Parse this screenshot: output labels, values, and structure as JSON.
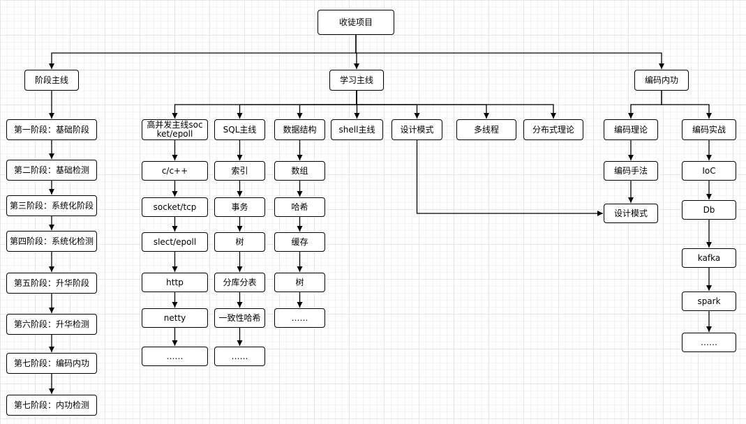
{
  "diagram": {
    "nodes": [
      {
        "id": "root",
        "label": "收徒项目"
      },
      {
        "id": "stage",
        "label": "阶段主线"
      },
      {
        "id": "learn",
        "label": "学习主线"
      },
      {
        "id": "coding",
        "label": "编码内功"
      },
      {
        "id": "s1",
        "label": "第一阶段：基础阶段"
      },
      {
        "id": "s2",
        "label": "第二阶段：基础检测"
      },
      {
        "id": "s3",
        "label": "第三阶段：系统化阶段"
      },
      {
        "id": "s4",
        "label": "第四阶段：系统化检测"
      },
      {
        "id": "s5",
        "label": "第五阶段：升华阶段"
      },
      {
        "id": "s6",
        "label": "第六阶段：升华检测"
      },
      {
        "id": "s7",
        "label": "第七阶段：编码内功"
      },
      {
        "id": "s8",
        "label": "第七阶段：内功检测"
      },
      {
        "id": "hc",
        "label": "高并发主线socket/epoll"
      },
      {
        "id": "sql",
        "label": "SQL主线"
      },
      {
        "id": "ds",
        "label": "数据结构"
      },
      {
        "id": "shell",
        "label": "shell主线"
      },
      {
        "id": "dp",
        "label": "设计模式"
      },
      {
        "id": "mt",
        "label": "多线程"
      },
      {
        "id": "dist",
        "label": "分布式理论"
      },
      {
        "id": "ct",
        "label": "编码理论"
      },
      {
        "id": "cp",
        "label": "编码实战"
      },
      {
        "id": "hc1",
        "label": "c/c++"
      },
      {
        "id": "hc2",
        "label": "socket/tcp"
      },
      {
        "id": "hc3",
        "label": "slect/epoll"
      },
      {
        "id": "hc4",
        "label": "http"
      },
      {
        "id": "hc5",
        "label": "netty"
      },
      {
        "id": "hc6",
        "label": "……"
      },
      {
        "id": "sql1",
        "label": "索引"
      },
      {
        "id": "sql2",
        "label": "事务"
      },
      {
        "id": "sql3",
        "label": "树"
      },
      {
        "id": "sql4",
        "label": "分库分表"
      },
      {
        "id": "sql5",
        "label": "一致性哈希"
      },
      {
        "id": "sql6",
        "label": "……"
      },
      {
        "id": "ds1",
        "label": "数组"
      },
      {
        "id": "ds2",
        "label": "哈希"
      },
      {
        "id": "ds3",
        "label": "缓存"
      },
      {
        "id": "ds4",
        "label": "树"
      },
      {
        "id": "ds5",
        "label": "……"
      },
      {
        "id": "ct1",
        "label": "编码手法"
      },
      {
        "id": "ct2",
        "label": "设计模式"
      },
      {
        "id": "cp1",
        "label": "IoC"
      },
      {
        "id": "cp2",
        "label": "Db"
      },
      {
        "id": "cp3",
        "label": "kafka"
      },
      {
        "id": "cp4",
        "label": "spark"
      },
      {
        "id": "cp5",
        "label": "……"
      }
    ],
    "edges": [
      {
        "from": "root",
        "to": "stage"
      },
      {
        "from": "root",
        "to": "learn"
      },
      {
        "from": "root",
        "to": "coding"
      },
      {
        "from": "stage",
        "to": "s1"
      },
      {
        "from": "s1",
        "to": "s2"
      },
      {
        "from": "s2",
        "to": "s3"
      },
      {
        "from": "s3",
        "to": "s4"
      },
      {
        "from": "s4",
        "to": "s5"
      },
      {
        "from": "s5",
        "to": "s6"
      },
      {
        "from": "s6",
        "to": "s7"
      },
      {
        "from": "s7",
        "to": "s8"
      },
      {
        "from": "learn",
        "to": "hc"
      },
      {
        "from": "learn",
        "to": "sql"
      },
      {
        "from": "learn",
        "to": "ds"
      },
      {
        "from": "learn",
        "to": "shell"
      },
      {
        "from": "learn",
        "to": "dp"
      },
      {
        "from": "learn",
        "to": "mt"
      },
      {
        "from": "learn",
        "to": "dist"
      },
      {
        "from": "coding",
        "to": "ct"
      },
      {
        "from": "coding",
        "to": "cp"
      },
      {
        "from": "hc",
        "to": "hc1"
      },
      {
        "from": "hc1",
        "to": "hc2"
      },
      {
        "from": "hc2",
        "to": "hc3"
      },
      {
        "from": "hc3",
        "to": "hc4"
      },
      {
        "from": "hc4",
        "to": "hc5"
      },
      {
        "from": "hc5",
        "to": "hc6"
      },
      {
        "from": "sql",
        "to": "sql1"
      },
      {
        "from": "sql1",
        "to": "sql2"
      },
      {
        "from": "sql2",
        "to": "sql3"
      },
      {
        "from": "sql3",
        "to": "sql4"
      },
      {
        "from": "sql4",
        "to": "sql5"
      },
      {
        "from": "sql5",
        "to": "sql6"
      },
      {
        "from": "ds",
        "to": "ds1"
      },
      {
        "from": "ds1",
        "to": "ds2"
      },
      {
        "from": "ds2",
        "to": "ds3"
      },
      {
        "from": "ds3",
        "to": "ds4"
      },
      {
        "from": "ds4",
        "to": "ds5"
      },
      {
        "from": "ct",
        "to": "ct1"
      },
      {
        "from": "ct1",
        "to": "ct2"
      },
      {
        "from": "dp",
        "to": "ct2"
      },
      {
        "from": "cp",
        "to": "cp1"
      },
      {
        "from": "cp1",
        "to": "cp2"
      },
      {
        "from": "cp2",
        "to": "cp3"
      },
      {
        "from": "cp3",
        "to": "cp4"
      },
      {
        "from": "cp4",
        "to": "cp5"
      }
    ]
  }
}
